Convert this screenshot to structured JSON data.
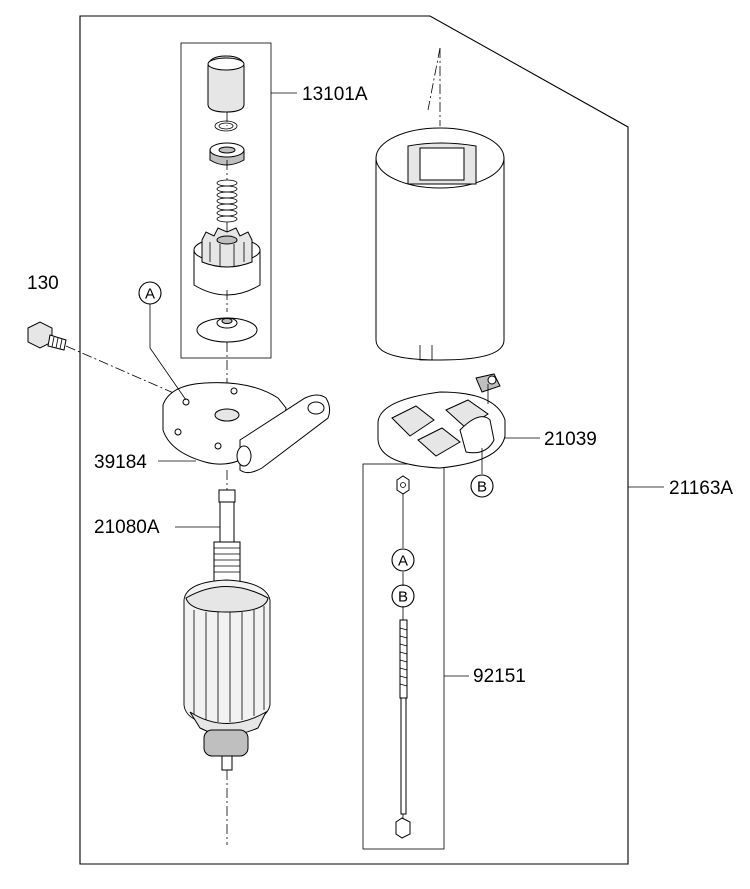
{
  "diagram": {
    "part_labels": {
      "p13101A": "13101A",
      "p130": "130",
      "p39184": "39184",
      "p21080A": "21080A",
      "p21039": "21039",
      "p21163A": "21163A",
      "p92151": "92151"
    },
    "markers": {
      "a_bracket": "A",
      "b_brush": "B",
      "a_nut": "A",
      "b_bolt": "B"
    }
  }
}
